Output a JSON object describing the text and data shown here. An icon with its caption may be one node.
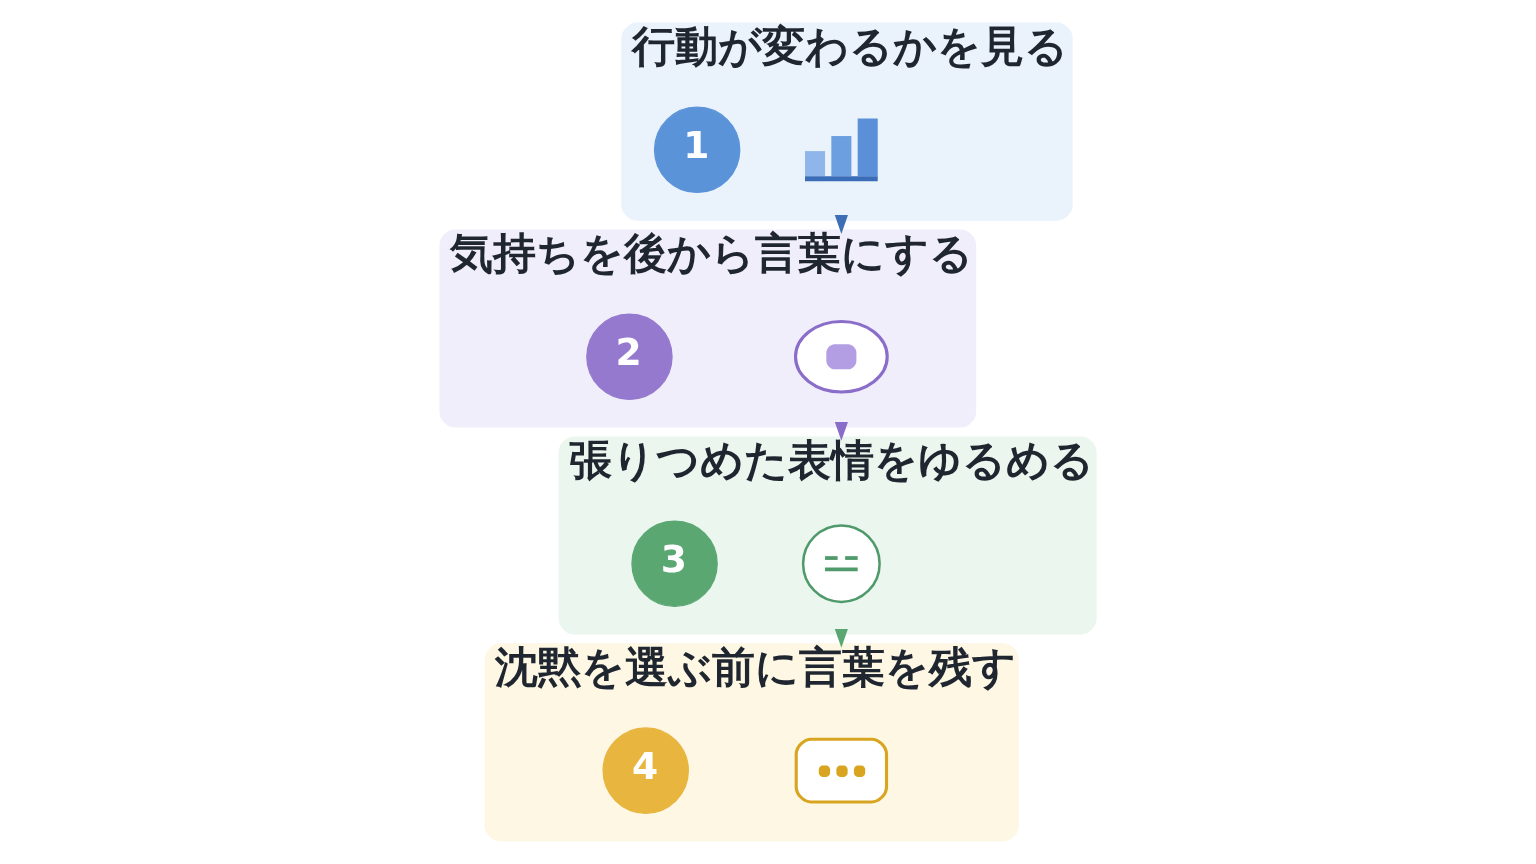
{
  "diagram": {
    "nodes": [
      {
        "text": [
          "行動が変わるかを見る"
        ]
      },
      {
        "text": [
          "1"
        ],
        "in": 0
      },
      {
        "text": [],
        "shape": "picture",
        "in": 0
      },
      {
        "text": [
          "気持ちを後から言葉にする"
        ]
      },
      {
        "text": [
          "2"
        ],
        "in": 3
      },
      {
        "text": [],
        "shape": "picture",
        "in": 3
      },
      {
        "text": [
          "張りつめた表情をゆるめる"
        ]
      },
      {
        "text": [
          "3"
        ],
        "in": 6
      },
      {
        "text": [],
        "shape": "picture",
        "in": 6
      },
      {
        "text": [
          "沈黙を選ぶ前に言葉を残す"
        ]
      },
      {
        "text": [
          "4"
        ],
        "in": 9
      },
      {
        "text": [],
        "shape": "picture",
        "in": 9
      }
    ],
    "edges": [
      {
        "from": 0,
        "to": 3,
        "arrow": "to",
        "color": "#3d6fb6"
      },
      {
        "from": 3,
        "to": 6,
        "arrow": "to",
        "color": "#8a6cc9"
      },
      {
        "from": 6,
        "to": 9,
        "arrow": "to",
        "color": "#5aa772"
      }
    ]
  }
}
